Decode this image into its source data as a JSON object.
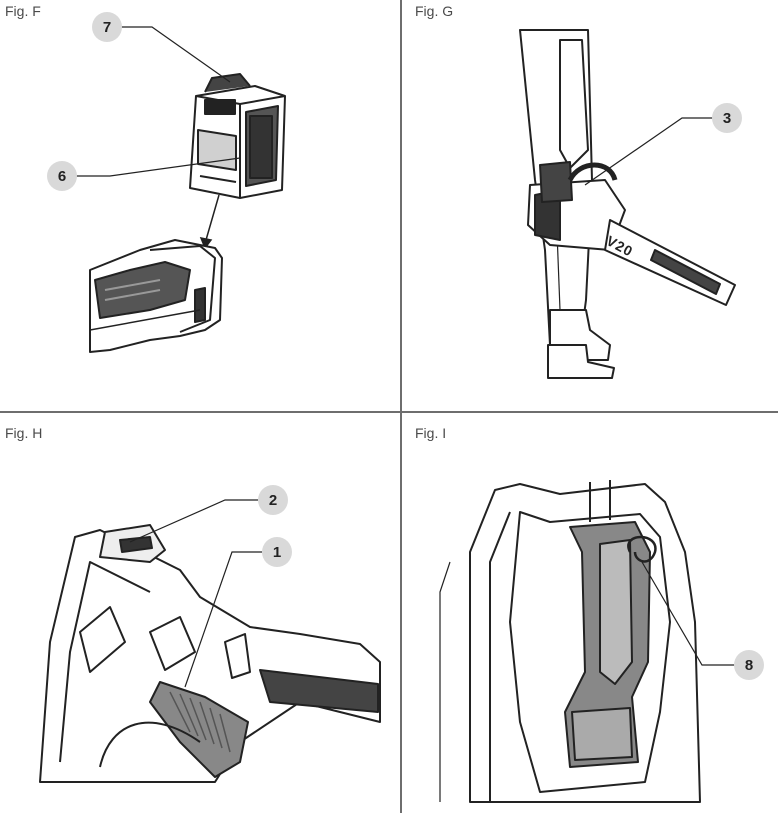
{
  "figures": {
    "f": {
      "label": "Fig. F",
      "callouts": [
        "7",
        "6"
      ]
    },
    "g": {
      "label": "Fig. G",
      "callouts": [
        "3"
      ],
      "product_mark": "V20"
    },
    "h": {
      "label": "Fig. H",
      "callouts": [
        "2",
        "1"
      ]
    },
    "i": {
      "label": "Fig. I",
      "callouts": [
        "8"
      ]
    }
  }
}
